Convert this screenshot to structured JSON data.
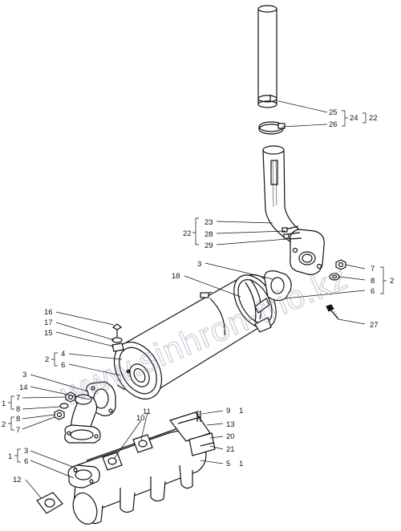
{
  "watermark": "www.sinhron-trio.kz",
  "labels": [
    {
      "id": "c25",
      "text": "25"
    },
    {
      "id": "c26",
      "text": "26"
    },
    {
      "id": "c24",
      "text": "24"
    },
    {
      "id": "c22a",
      "text": "22"
    },
    {
      "id": "c23",
      "text": "23"
    },
    {
      "id": "c28",
      "text": "28"
    },
    {
      "id": "c29",
      "text": "29"
    },
    {
      "id": "c22b",
      "text": "22"
    },
    {
      "id": "c3a",
      "text": "3"
    },
    {
      "id": "c18",
      "text": "18"
    },
    {
      "id": "c7a",
      "text": "7"
    },
    {
      "id": "c8a",
      "text": "8"
    },
    {
      "id": "c2a",
      "text": "2"
    },
    {
      "id": "c6a",
      "text": "6"
    },
    {
      "id": "c27",
      "text": "27"
    },
    {
      "id": "c16",
      "text": "16"
    },
    {
      "id": "c17",
      "text": "17"
    },
    {
      "id": "c15",
      "text": "15"
    },
    {
      "id": "c2b",
      "text": "2"
    },
    {
      "id": "c4",
      "text": "4"
    },
    {
      "id": "c6b",
      "text": "6"
    },
    {
      "id": "c3b",
      "text": "3"
    },
    {
      "id": "c14",
      "text": "14"
    },
    {
      "id": "c1a",
      "text": "1"
    },
    {
      "id": "c7b",
      "text": "7"
    },
    {
      "id": "c8b",
      "text": "8"
    },
    {
      "id": "c2c",
      "text": "2"
    },
    {
      "id": "c8c",
      "text": "8"
    },
    {
      "id": "c7c",
      "text": "7"
    },
    {
      "id": "c9",
      "text": "9"
    },
    {
      "id": "c1b",
      "text": "1"
    },
    {
      "id": "c13",
      "text": "13"
    },
    {
      "id": "c20",
      "text": "20"
    },
    {
      "id": "c21",
      "text": "21"
    },
    {
      "id": "c5",
      "text": "5"
    },
    {
      "id": "c1c",
      "text": "1"
    },
    {
      "id": "c10",
      "text": "10"
    },
    {
      "id": "c11",
      "text": "11"
    },
    {
      "id": "c1d",
      "text": "1"
    },
    {
      "id": "c3c",
      "text": "3"
    },
    {
      "id": "c6c",
      "text": "6"
    },
    {
      "id": "c12",
      "text": "12"
    }
  ]
}
